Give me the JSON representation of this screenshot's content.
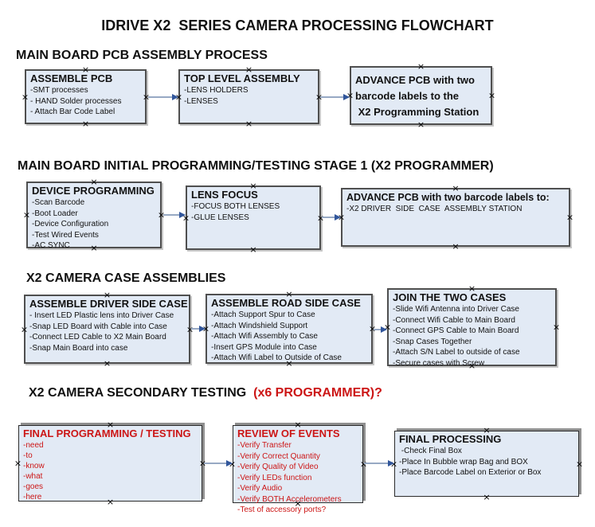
{
  "title": "IDRIVE X2  SERIES CAMERA PROCESSING FLOWCHART",
  "anchor_glyph": "×",
  "colors": {
    "accent_red": "#cc1616",
    "box_fill": "#e2eaf5",
    "box_border": "#4f4f4f",
    "arrow_line": "#97a9c4",
    "arrow_head": "#31569b"
  },
  "sections": [
    {
      "heading": "MAIN BOARD PCB ASSEMBLY PROCESS",
      "heading_red": "",
      "boxes": [
        {
          "header": "ASSEMBLE PCB",
          "items": [
            "-SMT processes",
            "- HAND Solder processes",
            "- Attach Bar Code Label"
          ]
        },
        {
          "header": "TOP LEVEL ASSEMBLY",
          "items": [
            "-LENS HOLDERS",
            "-LENSES"
          ]
        },
        {
          "header": "ADVANCE PCB with two\nbarcode labels to the\n X2 Programming Station",
          "items": []
        }
      ]
    },
    {
      "heading": "MAIN BOARD INITIAL PROGRAMMING/TESTING STAGE 1 (X2 PROGRAMMER)",
      "heading_red": "",
      "boxes": [
        {
          "header": "DEVICE PROGRAMMING",
          "items": [
            "-Scan Barcode",
            "-Boot Loader",
            "-Device Configuration",
            "-Test Wired Events",
            "-AC SYNC"
          ]
        },
        {
          "header": "LENS FOCUS",
          "items": [
            "-FOCUS BOTH LENSES",
            "-GLUE LENSES"
          ]
        },
        {
          "header": "ADVANCE PCB with two barcode labels to:",
          "items": [
            "-X2 DRIVER  SIDE  CASE  ASSEMBLY STATION"
          ]
        }
      ]
    },
    {
      "heading": "X2 CAMERA CASE ASSEMBLIES",
      "heading_red": "",
      "boxes": [
        {
          "header": "ASSEMBLE DRIVER SIDE CASE",
          "items": [
            "- Insert LED Plastic lens into Driver Case",
            "-Snap LED Board with Cable into Case",
            "-Connect LED Cable to X2 Main Board",
            "-Snap Main Board into case"
          ]
        },
        {
          "header": "ASSEMBLE ROAD SIDE CASE",
          "items": [
            "-Attach Support Spur to Case",
            "-Attach Windshield Support",
            "-Attach Wifi Assembly to Case",
            "-Insert GPS Module into Case",
            "-Attach Wifi Label to Outside of Case"
          ]
        },
        {
          "header": "JOIN THE TWO CASES",
          "items": [
            "-Slide Wifi Antenna into Driver Case",
            "-Connect Wifi Cable to Main Board",
            "-Connect GPS Cable to Main Board",
            "-Snap Cases Together",
            "-Attach S/N Label to outside of case",
            "-Secure cases with Screw"
          ]
        }
      ]
    },
    {
      "heading": "X2 CAMERA SECONDARY TESTING  ",
      "heading_red": "(x6 PROGRAMMER)?",
      "boxes": [
        {
          "header": "FINAL PROGRAMMING / TESTING",
          "items": [
            "-need",
            "-to",
            "-know",
            "-what",
            "-goes",
            "-here"
          ]
        },
        {
          "header": "REVIEW OF EVENTS",
          "items": [
            "-Verify Transfer",
            "-Verify Correct Quantity",
            "-Verify Quality of Video",
            "-Verify LEDs function",
            "-Verify Audio",
            "-Verify BOTH Accelerometers",
            "-Test of accessory ports?"
          ]
        },
        {
          "header": "FINAL PROCESSING",
          "items": [
            " -Check Final Box",
            "-Place In Bubble wrap Bag and BOX",
            "-Place Barcode Label on Exterior or Box"
          ]
        }
      ]
    }
  ]
}
